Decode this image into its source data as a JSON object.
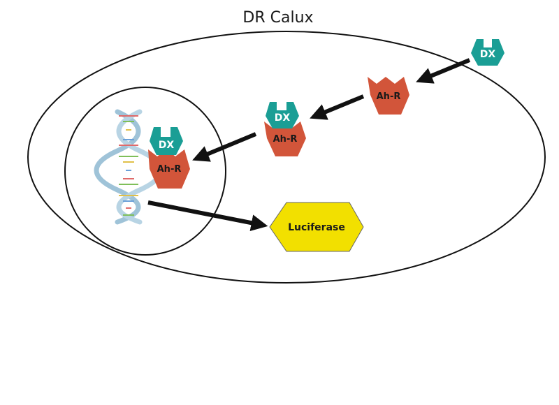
{
  "title": "DR Calux",
  "labels": {
    "ligand": "DX",
    "receptor": "Ah-R",
    "product": "Luciferase"
  },
  "colors": {
    "ligand": "#1a9e95",
    "receptor": "#d2553a",
    "product": "#f2e000",
    "line": "#111111"
  }
}
